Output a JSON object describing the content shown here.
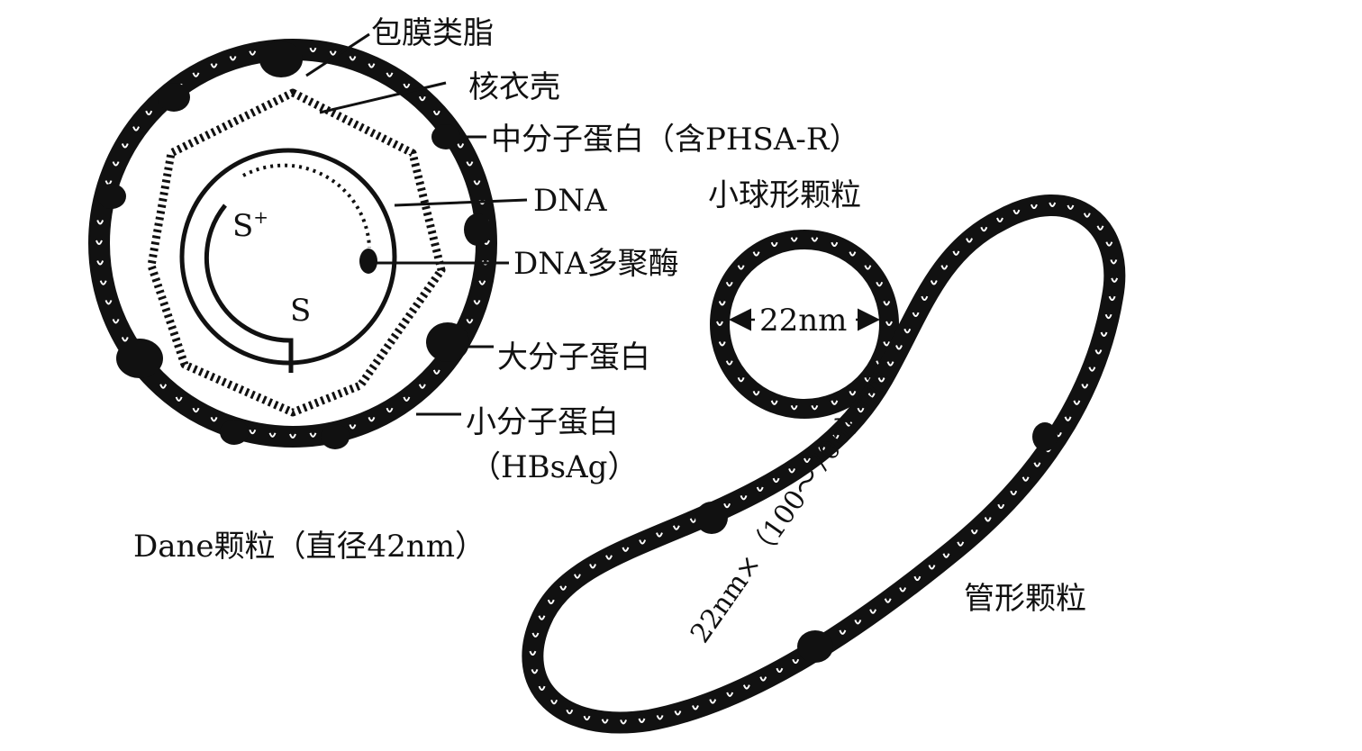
{
  "labels": {
    "envelope_lipid": "包膜类脂",
    "nucleocapsid": "核衣壳",
    "middle_protein": "中分子蛋白（含PHSA-R）",
    "dna": "DNA",
    "dna_polymerase": "DNA多聚酶",
    "large_protein": "大分子蛋白",
    "small_protein": "小分子蛋白",
    "hbsag": "（HBsAg）",
    "s_plus": "S",
    "s_plus_sup": "+",
    "s_minus": "S",
    "dane_particle": "Dane颗粒（直径42nm）",
    "small_spherical": "小球形颗粒",
    "diameter_22": "22nm",
    "tubular_size": "22nm×（100～700）nm",
    "tubular_particle": "管形颗粒"
  }
}
